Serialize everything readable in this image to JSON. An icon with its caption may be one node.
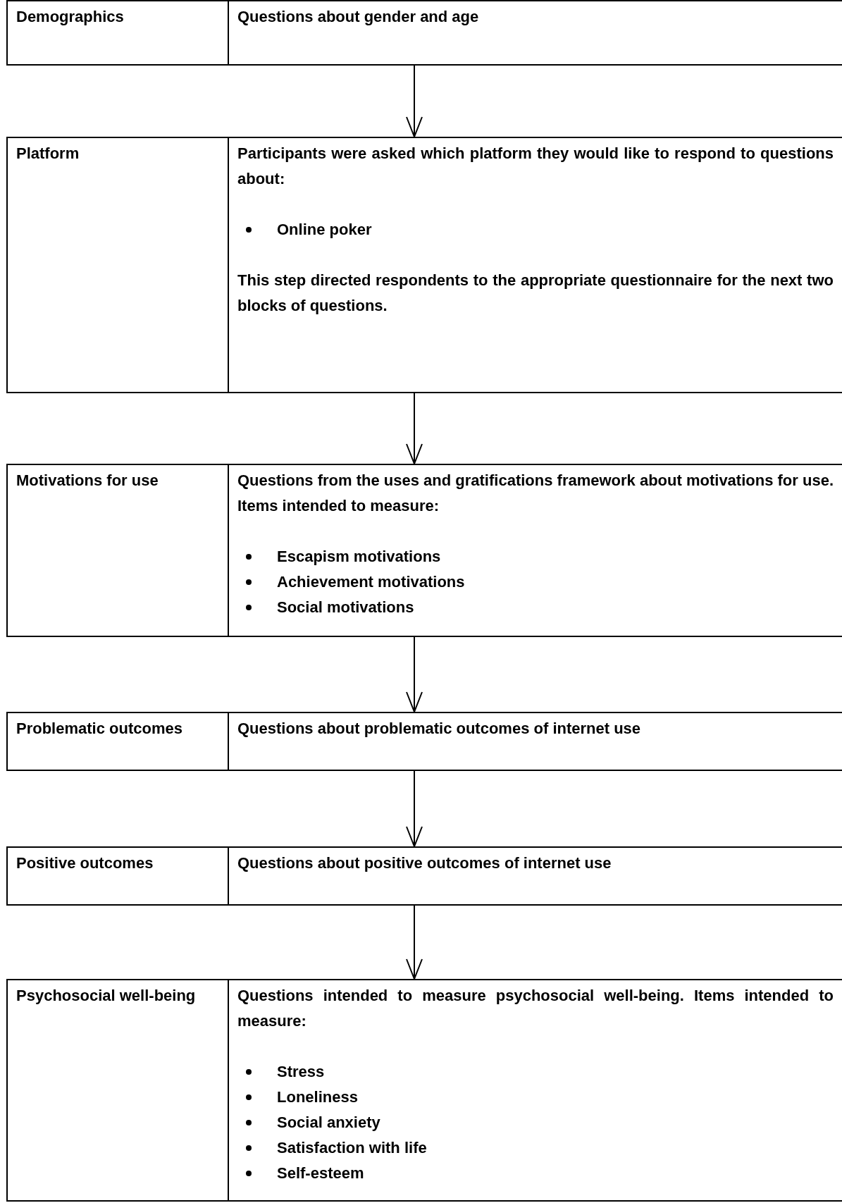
{
  "diagram": {
    "nodes": [
      {
        "text": [
          "Demographics",
          "Questions about gender and age"
        ]
      },
      {
        "text": [
          "Platform",
          "Participants were asked which platform they would like to respond to questions about:",
          "Online poker",
          "This step directed respondents to the appropriate questionnaire for the next two blocks of questions."
        ]
      },
      {
        "text": [
          "Motivations for use",
          "Questions from the uses and gratifications framework about motivations for use. Items intended to measure:",
          "Escapism motivations",
          "Achievement motivations",
          "Social motivations"
        ]
      },
      {
        "text": [
          "Problematic outcomes",
          "Questions about problematic outcomes of internet use"
        ]
      },
      {
        "text": [
          "Positive outcomes",
          "Questions about positive outcomes of internet use"
        ]
      },
      {
        "text": [
          "Psychosocial well-being",
          "Questions intended to measure psychosocial well-being. Items intended to measure:",
          "Stress",
          "Loneliness",
          "Social anxiety",
          "Satisfaction with life",
          "Self-esteem"
        ]
      }
    ],
    "edges": [
      {
        "from": 0,
        "to": 1,
        "arrow": "to"
      },
      {
        "from": 1,
        "to": 2,
        "arrow": "to"
      },
      {
        "from": 2,
        "to": 3,
        "arrow": "to"
      },
      {
        "from": 3,
        "to": 4,
        "arrow": "to"
      },
      {
        "from": 4,
        "to": 5,
        "arrow": "to"
      }
    ]
  }
}
